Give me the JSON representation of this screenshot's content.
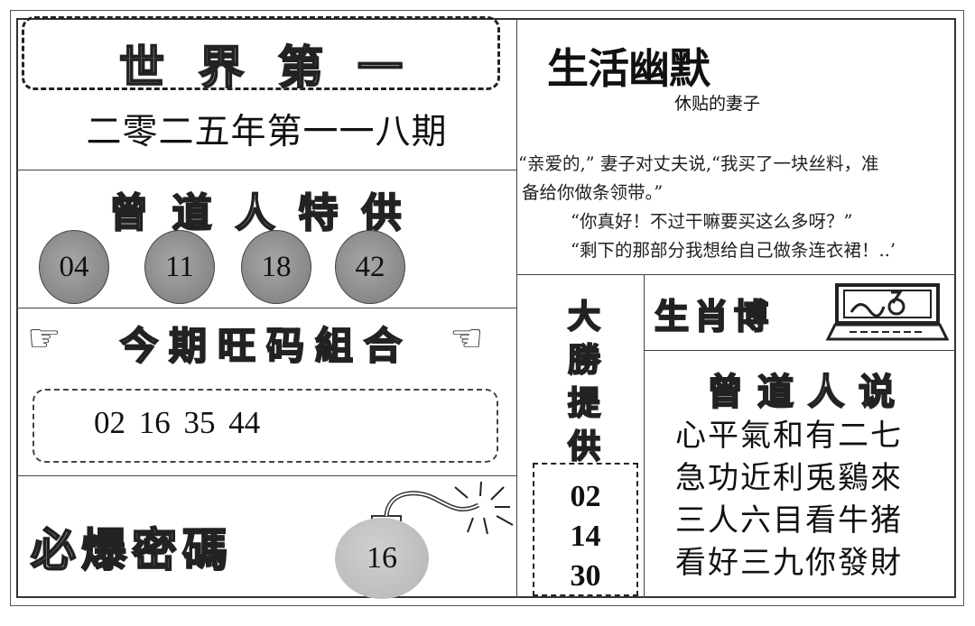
{
  "header": {
    "title": "世界第一",
    "issue": "二零二五年第一一八期"
  },
  "special_supply": {
    "heading": "曾道人特供",
    "numbers": [
      "04",
      "11",
      "18",
      "42"
    ],
    "ball_color": "#8c8c8c"
  },
  "combo": {
    "heading": "今期旺码組合",
    "left_icon": "pointing-hand-right-icon",
    "right_icon": "pointing-hand-left-icon",
    "numbers": "02 16 35  44"
  },
  "bomb_code": {
    "heading": "必爆密碼",
    "icon": "bomb-icon",
    "number": "16"
  },
  "humor": {
    "heading": "生活幽默",
    "subtitle": "休贴的妻子",
    "lines": [
      "“亲爱的,” 妻子对丈夫说,“我买了一块丝料，准",
      "备给你做条领带。”",
      "“你真好！不过干嘛要买这么多呀？”",
      "“剩下的那部分我想给自己做条连衣裙！..’"
    ]
  },
  "big_supply": {
    "chars": [
      "大",
      "勝",
      "提",
      "供"
    ],
    "numbers": [
      "02",
      "14",
      "30"
    ]
  },
  "zodiac": {
    "heading": "生肖博",
    "icon": "computer-icon"
  },
  "sayings": {
    "heading": "曾道人说",
    "lines": [
      "心平氣和有二七",
      "急功近利兎鷄來",
      "三人六目看牛猪",
      "看好三九你發財"
    ]
  }
}
